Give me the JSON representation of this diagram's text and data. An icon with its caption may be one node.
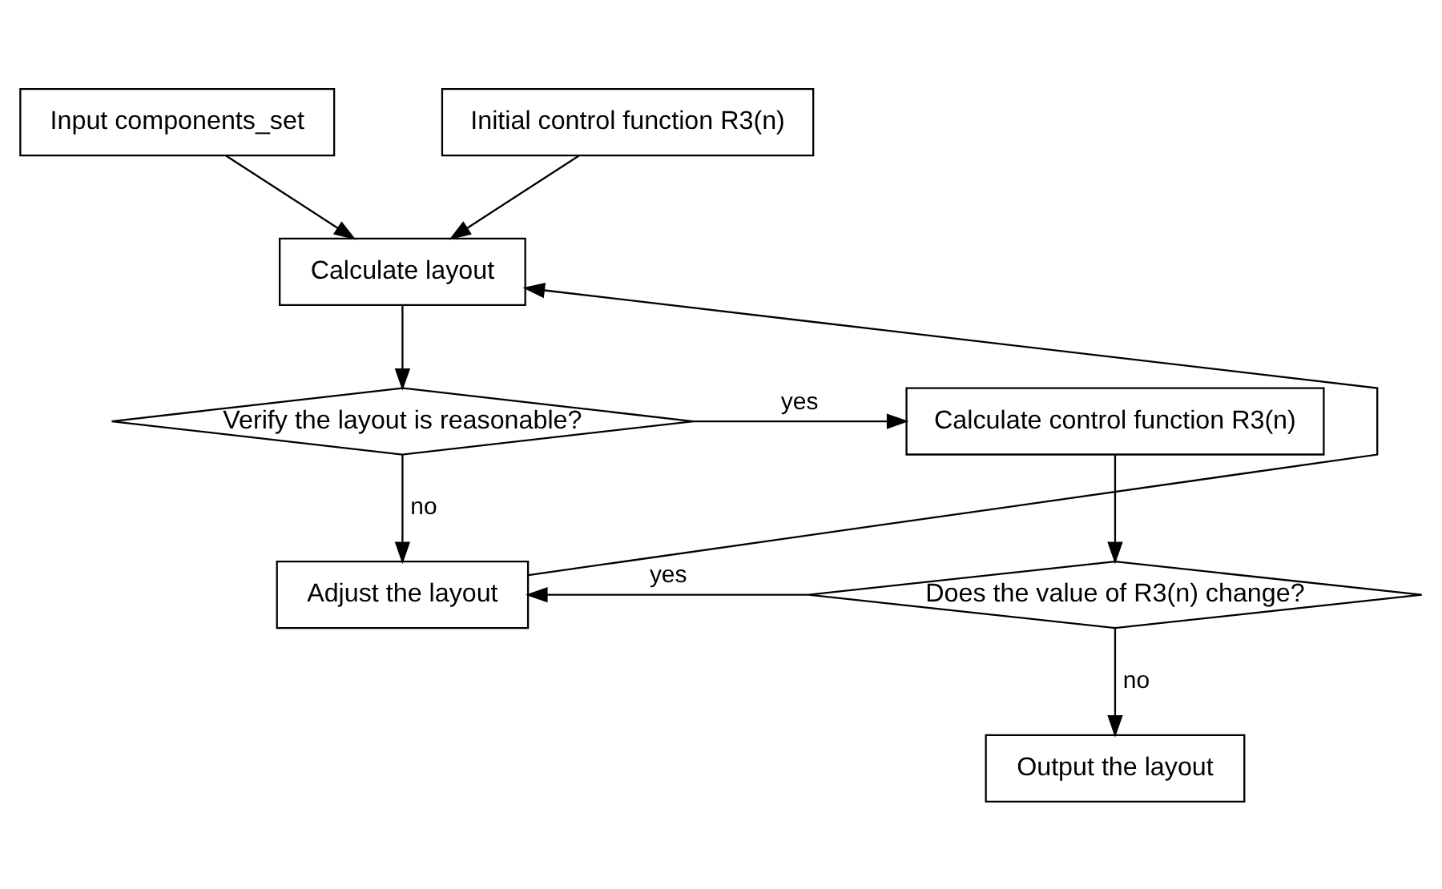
{
  "diagram": {
    "nodes": [
      {
        "text": [
          "Input components_set"
        ]
      },
      {
        "text": [
          "Initial control function R3(n)"
        ]
      },
      {
        "text": [
          "Calculate layout"
        ]
      },
      {
        "text": [
          "Verify the layout is reasonable?"
        ]
      },
      {
        "text": [
          "Calculate control function R3(n)"
        ]
      },
      {
        "text": [
          "Adjust the layout"
        ]
      },
      {
        "text": [
          "Does the value of R3(n) change?"
        ]
      },
      {
        "text": [
          "Output the layout"
        ]
      }
    ],
    "edges": [
      {
        "from": 0,
        "to": 2,
        "arrow": "to"
      },
      {
        "from": 1,
        "to": 2,
        "arrow": "to"
      },
      {
        "from": 2,
        "to": 3,
        "arrow": "to"
      },
      {
        "from": 3,
        "to": 4,
        "arrow": "to",
        "label": "yes"
      },
      {
        "from": 3,
        "to": 5,
        "arrow": "to",
        "label": "no"
      },
      {
        "from": 5,
        "to": 2,
        "arrow": "to"
      },
      {
        "from": 4,
        "to": 6,
        "arrow": "to"
      },
      {
        "from": 6,
        "to": 5,
        "arrow": "to",
        "label": "yes"
      },
      {
        "from": 6,
        "to": 7,
        "arrow": "to",
        "label": "no"
      }
    ]
  }
}
